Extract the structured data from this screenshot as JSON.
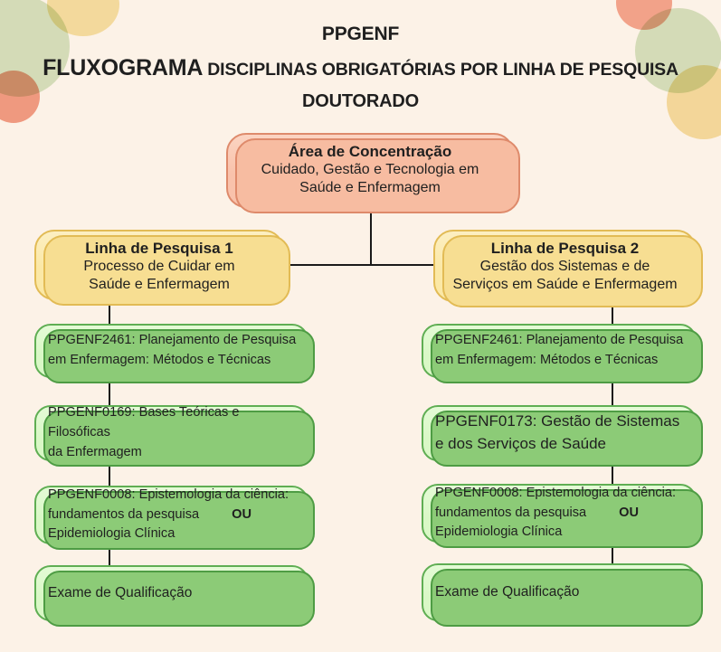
{
  "header": {
    "program": "PPGENF",
    "subtitle_lead": "FLUXOGRAMA",
    "subtitle_rest": "DISCIPLINAS OBRIGATÓRIAS POR LINHA DE PESQUISA",
    "level": "DOUTORADO"
  },
  "area_box": {
    "title": "Área de Concentração",
    "lines": [
      "Cuidado, Gestão e Tecnologia em",
      "Saúde e Enfermagem"
    ]
  },
  "linha1": {
    "title": "Linha de Pesquisa 1",
    "lines": [
      "Processo de Cuidar em",
      "Saúde e Enfermagem"
    ]
  },
  "linha2": {
    "title": "Linha de Pesquisa 2",
    "lines": [
      "Gestão dos Sistemas e de",
      "Serviços em Saúde e Enfermagem"
    ]
  },
  "column1": {
    "courses": [
      {
        "lines": [
          "PPGENF2461: Planejamento de Pesquisa",
          "em Enfermagem: Métodos e Técnicas"
        ]
      },
      {
        "lines": [
          "PPGENF0169: Bases Teóricas e Filosóficas",
          "da Enfermagem"
        ]
      },
      {
        "line1": "PPGENF0008: Epistemologia da ciência:",
        "line2_prefix": "fundamentos da pesquisa",
        "or_label": "OU",
        "line3": "Epidemiologia Clínica"
      },
      {
        "label": "Exame de Qualificação"
      }
    ]
  },
  "column2": {
    "courses": [
      {
        "lines": [
          "PPGENF2461: Planejamento de Pesquisa",
          "em Enfermagem: Métodos e Técnicas"
        ]
      },
      {
        "lines": [
          "PPGENF0173: Gestão de Sistemas",
          "e dos Serviços de Saúde"
        ]
      },
      {
        "line1": "PPGENF0008: Epistemologia da ciência:",
        "line2_prefix": "fundamentos da pesquisa",
        "or_label": "OU",
        "line3": "Epidemiologia Clínica"
      },
      {
        "label": "Exame de Qualificação"
      }
    ]
  },
  "colors": {
    "background": "#FCF2E7",
    "salmon_fill": "#F9C2AB",
    "salmon_border": "#DE8A6B",
    "yellow_fill": "#FBE8A6",
    "yellow_border": "#E2BB55",
    "green_fill": "#D9F8C6",
    "green_border": "#5FAE53",
    "green_shadow": "#8CCB77",
    "connector": "#1A1A1A"
  }
}
